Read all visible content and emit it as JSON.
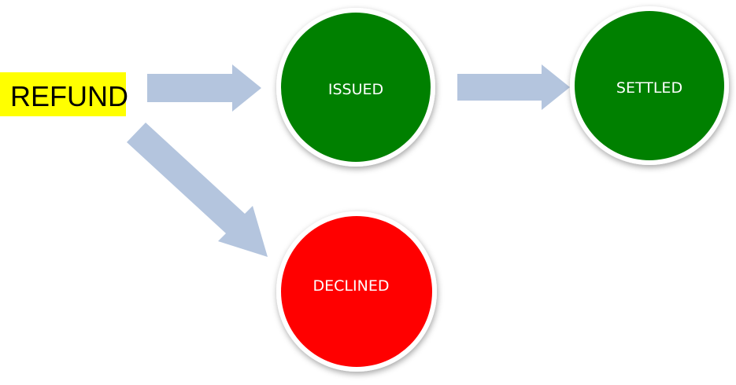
{
  "start_label": {
    "text": "REFUND",
    "highlight_color": "#ffff00",
    "text_color": "#000000"
  },
  "states": {
    "issued": {
      "label": "ISSUED",
      "color": "#008000"
    },
    "settled": {
      "label": "SETTLED",
      "color": "#008000"
    },
    "declined": {
      "label": "DECLINED",
      "color": "#ff0000"
    }
  },
  "arrow_color": "#b4c5de",
  "transitions": [
    {
      "from": "REFUND",
      "to": "ISSUED"
    },
    {
      "from": "ISSUED",
      "to": "SETTLED"
    },
    {
      "from": "REFUND",
      "to": "DECLINED"
    }
  ]
}
